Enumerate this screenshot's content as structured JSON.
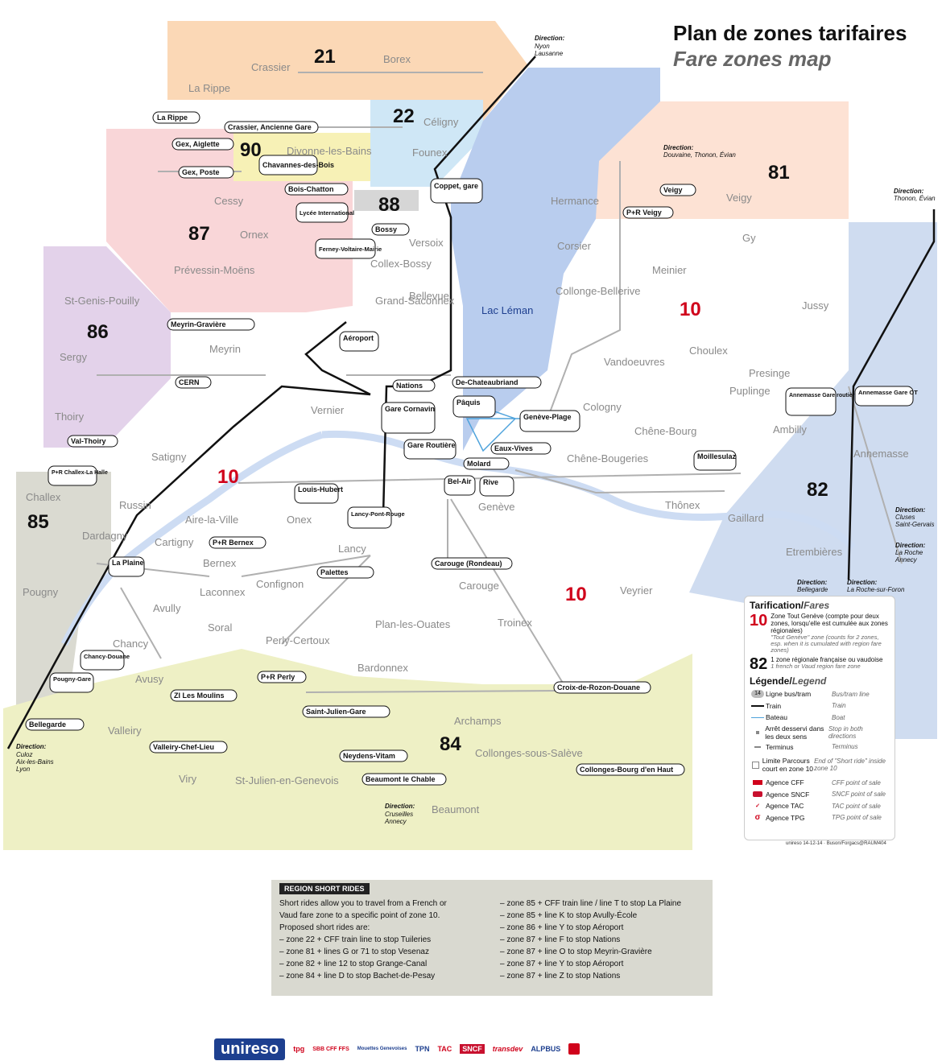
{
  "title": {
    "fr": "Plan de zones tarifaires",
    "en": "Fare zones map"
  },
  "colors": {
    "zone21": "#fbd8b6",
    "zone22": "#cfe7f6",
    "zone90": "#f7f1b6",
    "zone88": "#d6d6d6",
    "zone87": "#f9d6d8",
    "zone86": "#e3d2ea",
    "zone85": "#dadad1",
    "zone84": "#eef0c5",
    "zone81": "#fde2d4",
    "zone82": "#cfdcf0",
    "lake": "#b9cdee",
    "train": "#111111",
    "boat": "#4fa3dc",
    "bus": "#a8a8a8",
    "swiss_red": "#d0021b",
    "french_blue": "#0055a4"
  },
  "zones": [
    {
      "id": "21",
      "label": "21",
      "flag": "ch"
    },
    {
      "id": "22",
      "label": "22",
      "flag": "ch"
    },
    {
      "id": "90",
      "label": "90",
      "flag": "fr"
    },
    {
      "id": "88",
      "label": "88",
      "flag": "ch"
    },
    {
      "id": "87",
      "label": "87",
      "flag": "fr"
    },
    {
      "id": "86",
      "label": "86",
      "flag": "fr"
    },
    {
      "id": "85",
      "label": "85",
      "flag": "fr"
    },
    {
      "id": "84",
      "label": "84",
      "flag": "fr"
    },
    {
      "id": "81",
      "label": "81",
      "flag": "fr"
    },
    {
      "id": "82",
      "label": "82",
      "flag": "fr"
    },
    {
      "id": "10a",
      "label": "10",
      "flag": "ch"
    },
    {
      "id": "10b",
      "label": "10",
      "flag": "ch"
    },
    {
      "id": "10c",
      "label": "10",
      "flag": "ch"
    }
  ],
  "places": [
    "Crassier",
    "Borex",
    "La Rippe",
    "Céligny",
    "Divonne-les-Bains",
    "Founex",
    "Versoix",
    "Cessy",
    "Ornex",
    "Prévessin-Moëns",
    "Collex-Bossy",
    "Grand-Saconnex",
    "Bellevue",
    "St-Genis-Pouilly",
    "Sergy",
    "Thoiry",
    "Meyrin",
    "Vernier",
    "Satigny",
    "Challex",
    "Russin",
    "Dardagny",
    "Pougny",
    "Aire-la-Ville",
    "Cartigny",
    "Onex",
    "Bernex",
    "Lancy",
    "Confignon",
    "Laconnex",
    "Avully",
    "Chancy",
    "Soral",
    "Perly-Certoux",
    "Avusy",
    "Plan-les-Ouates",
    "Bardonnex",
    "Carouge",
    "Troinex",
    "Veyrier",
    "Genève",
    "Hermance",
    "Corsier",
    "Meinier",
    "Gy",
    "Jussy",
    "Collonge-Bellerive",
    "Vandoeuvres",
    "Choulex",
    "Presinge",
    "Puplinge",
    "Cologny",
    "Chêne-Bourg",
    "Chêne-Bougeries",
    "Thônex",
    "Ambilly",
    "Annemasse",
    "Gaillard",
    "Etrembières",
    "Veigy",
    "Archamps",
    "Collonges-sous-Salève",
    "Valleiry",
    "Viry",
    "St-Julien-en-Genevois",
    "Beaumont"
  ],
  "lake_label": "Lac Léman",
  "stations": [
    "La Rippe",
    "Crassier, Ancienne Gare",
    "Gex, Aiglette",
    "Gex, Poste",
    "Chavannes-des-Bois",
    "Bois-Chatton",
    "Lycée International",
    "Ferney-Voltaire-Mairie",
    "Coppet, gare",
    "Bossy",
    "Meyrin-Gravière",
    "Aéroport",
    "CERN",
    "Nations",
    "De-Chateaubriand",
    "Pâquis",
    "Genève-Plage",
    "Gare Cornavin",
    "Gare Routière",
    "Eaux-Vives",
    "Molard",
    "Bel-Air",
    "Rive",
    "Moillesulaz",
    "Annemasse Gare routière",
    "Annemasse Gare OT",
    "Veigy",
    "P+R Veigy",
    "Val-Thoiry",
    "P+R Challex-La Halle",
    "La Plaine",
    "Louis-Hubert",
    "Lancy-Pont-Rouge",
    "P+R Bernex",
    "Palettes",
    "Carouge (Rondeau)",
    "Chancy-Douane",
    "Pougny-Gare",
    "P+R Perly",
    "ZI Les Moulins",
    "Saint-Julien-Gare",
    "Croix-de-Rozon-Douane",
    "Bellegarde",
    "Valleiry-Chef-Lieu",
    "Neydens-Vitam",
    "Beaumont le Chable",
    "Collonges-Bourg d'en Haut"
  ],
  "directions": [
    {
      "title": "Direction:",
      "text": "Nyon\nLausanne"
    },
    {
      "title": "Direction:",
      "text": "Douvaine, Thonon, Évian"
    },
    {
      "title": "Direction:",
      "text": "Thonon, Évian"
    },
    {
      "title": "Direction:",
      "text": "Culoz\nAix-les-Bains\nLyon"
    },
    {
      "title": "Direction:",
      "text": "Cruseilles\nAnnecy"
    },
    {
      "title": "Direction:",
      "text": "Bellegarde"
    },
    {
      "title": "Direction:",
      "text": "La Roche-sur-Foron"
    },
    {
      "title": "Direction:",
      "text": "Cluses\nSaint-Gervais"
    },
    {
      "title": "Direction:",
      "text": "La Roche\nAnnecy"
    }
  ],
  "legend": {
    "fares_title": {
      "fr": "Tarification",
      "en": "Fares"
    },
    "fare10": {
      "num": "10",
      "fr": "Zone Tout Genève (compte pour deux zones, lorsqu'elle est cumulée aux zones régionales)",
      "en": "\"Tout Genève\" zone (counts for 2 zones, esp. when it is cumulated with region fare zones)"
    },
    "fare82": {
      "num": "82",
      "fr": "1 zone régionale française ou vaudoise",
      "en": "1 french or Vaud region fare zone"
    },
    "legend_title": {
      "fr": "Légende",
      "en": "Legend"
    },
    "items": [
      {
        "icon": "bus-line-icon",
        "fr": "Ligne bus/tram",
        "en": "Bus/tram line"
      },
      {
        "icon": "train-line-icon",
        "fr": "Train",
        "en": "Train"
      },
      {
        "icon": "boat-line-icon",
        "fr": "Bateau",
        "en": "Boat"
      },
      {
        "icon": "stop-both-icon",
        "fr": "Arrêt desservi dans les deux sens",
        "en": "Stop in both directions"
      },
      {
        "icon": "terminus-icon",
        "fr": "Terminus",
        "en": "Terminus"
      },
      {
        "icon": "short-ride-limit-icon",
        "fr": "Limite Parcours court en zone 10",
        "en": "End of \"Short ride\" inside zone 10"
      },
      {
        "icon": "cff-agency-icon",
        "fr": "Agence CFF",
        "en": "CFF point of sale"
      },
      {
        "icon": "sncf-agency-icon",
        "fr": "Agence SNCF",
        "en": "SNCF point of sale"
      },
      {
        "icon": "tac-agency-icon",
        "fr": "Agence TAC",
        "en": "TAC point of sale"
      },
      {
        "icon": "tpg-agency-icon",
        "fr": "Agence TPG",
        "en": "TPG point of sale"
      }
    ]
  },
  "credit": "unireso 14-12-14 · Buson/Forgacs@RAUM404",
  "short_rides": {
    "title": "REGION SHORT RIDES",
    "intro": [
      "Short rides allow you to travel from a French or",
      "Vaud fare zone to a specific point of zone 10.",
      "Proposed short rides are:"
    ],
    "left": [
      "– zone 22 + CFF train line to stop Tuileries",
      "– zone 81 + lines G or 71 to stop Vesenaz",
      "– zone 82 + line 12 to stop Grange-Canal",
      "– zone 84 + line D to stop Bachet-de-Pesay"
    ],
    "right": [
      "– zone 85 + CFF train line / line T to stop La Plaine",
      "– zone 85 + line K to stop Avully-École",
      "– zone 86 + line Y to stop Aéroport",
      "– zone 87 + line F to stop Nations",
      "– zone 87 + line O to stop Meyrin-Gravière",
      "– zone 87 + line Y to stop Aéroport",
      "– zone 87 + line Z to stop Nations"
    ]
  },
  "footer": {
    "brand": "unireso",
    "logos": [
      "tpg",
      "SBB CFF FFS",
      "Mouettes Genevoises",
      "TPN",
      "TAC",
      "SNCF",
      "transdev",
      "ALPBUS"
    ]
  }
}
